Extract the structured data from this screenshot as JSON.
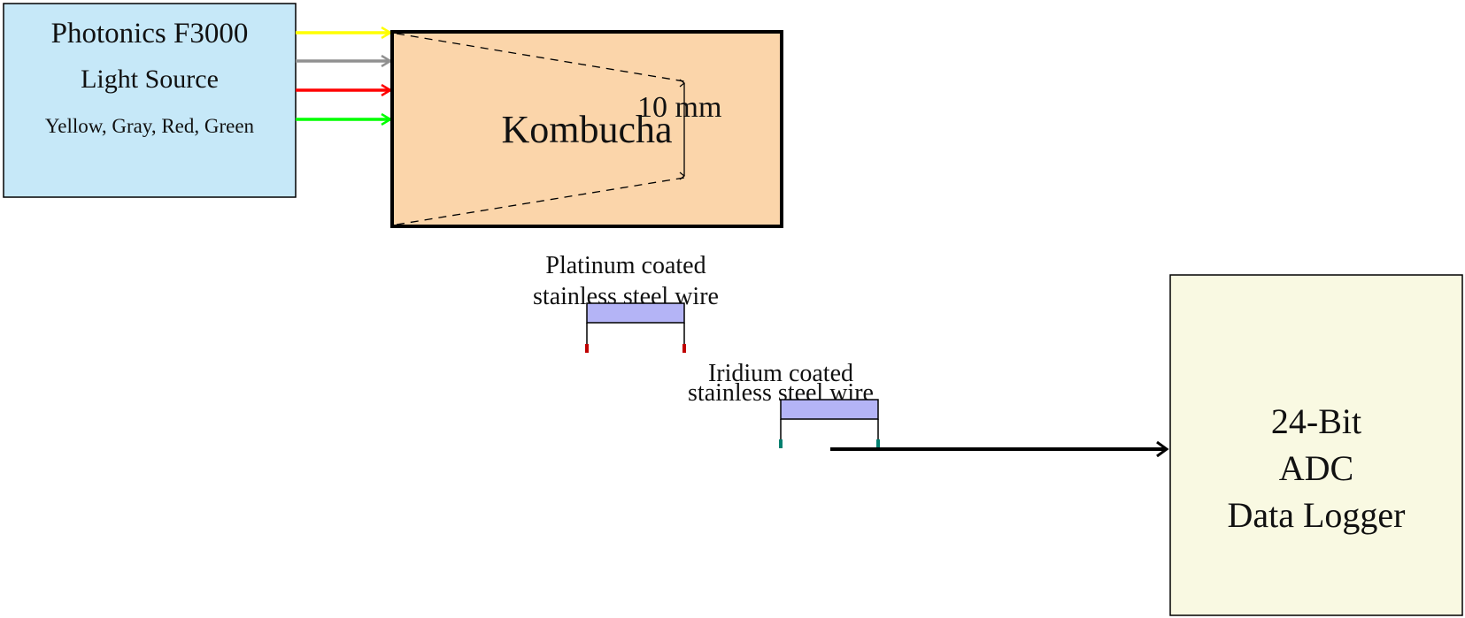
{
  "light_source": {
    "title": "Photonics F3000",
    "subtitle": "Light Source",
    "colors_text": "Yellow, Gray, Red, Green",
    "fill": "#c6e8f8"
  },
  "beams": [
    {
      "name": "yellow",
      "color": "#ffff00"
    },
    {
      "name": "gray",
      "color": "#909090"
    },
    {
      "name": "red",
      "color": "#ff0000"
    },
    {
      "name": "green",
      "color": "#00ff00"
    }
  ],
  "sample": {
    "label": "Kombucha",
    "dimension": "10 mm",
    "fill": "#fbd5aa"
  },
  "electrodes": [
    {
      "label_line1": "Platinum coated",
      "label_line2": "stainless steel wire",
      "fill": "#b4b4f6",
      "tip_color": "#c00000"
    },
    {
      "label_line1": "Iridium coated",
      "label_line2": "stainless steel wire",
      "fill": "#b4b4f6",
      "tip_color": "#008070"
    }
  ],
  "logger": {
    "line1": "24-Bit",
    "line2": "ADC",
    "line3": "Data Logger",
    "fill": "#f9f9e2"
  }
}
